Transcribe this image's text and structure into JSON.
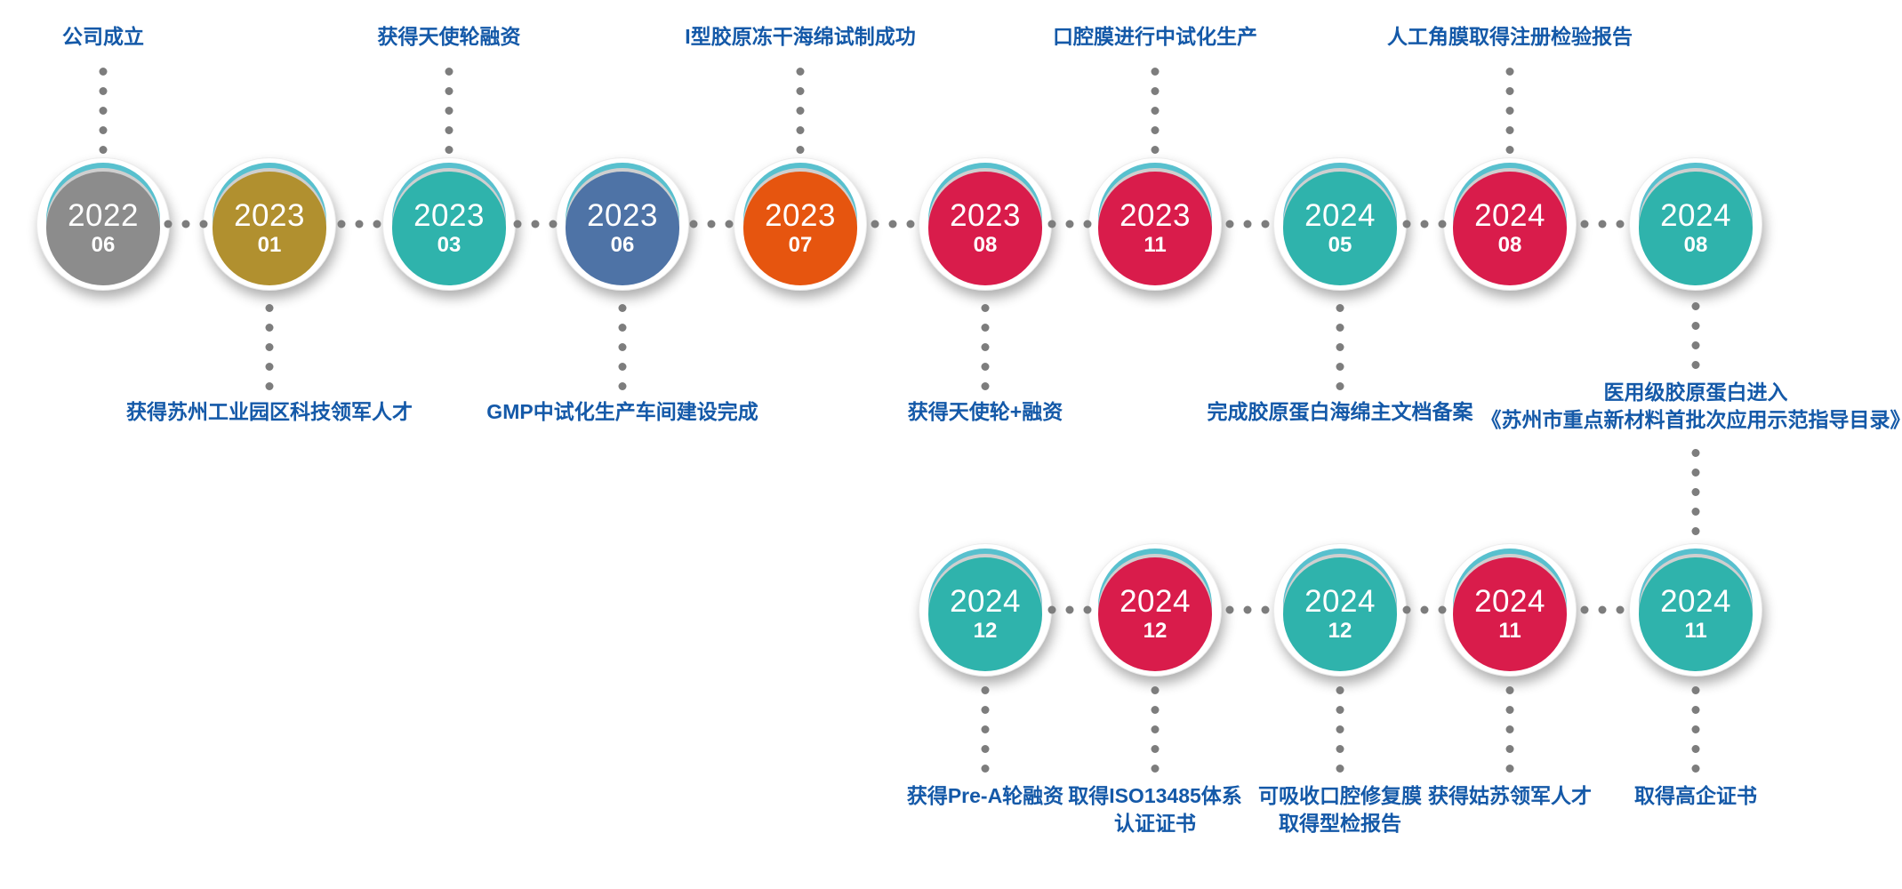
{
  "colors": {
    "label_blue": "#1459A8",
    "dot_gray": "#7d7d7d",
    "crescent_teal": "#58C0CE",
    "gray": "#8C8C8C",
    "gold": "#B1902F",
    "teal": "#2FB3AC",
    "steel_blue": "#4E73A6",
    "orange": "#E6550F",
    "crimson": "#D91C4B"
  },
  "timeline": {
    "row1": [
      {
        "year": "2022",
        "month": "06",
        "color": "#8C8C8C",
        "label": "公司成立",
        "label_position": "above"
      },
      {
        "year": "2023",
        "month": "01",
        "color": "#B1902F",
        "label": "获得苏州工业园区科技领军人才",
        "label_position": "below"
      },
      {
        "year": "2023",
        "month": "03",
        "color": "#2FB3AC",
        "label": "获得天使轮融资",
        "label_position": "above"
      },
      {
        "year": "2023",
        "month": "06",
        "color": "#4E73A6",
        "label": "GMP中试化生产车间建设完成",
        "label_position": "below"
      },
      {
        "year": "2023",
        "month": "07",
        "color": "#E6550F",
        "label": "I型胶原冻干海绵试制成功",
        "label_position": "above"
      },
      {
        "year": "2023",
        "month": "08",
        "color": "#D91C4B",
        "label": "获得天使轮+融资",
        "label_position": "below"
      },
      {
        "year": "2023",
        "month": "11",
        "color": "#D91C4B",
        "label": "口腔膜进行中试化生产",
        "label_position": "above"
      },
      {
        "year": "2024",
        "month": "05",
        "color": "#2FB3AC",
        "label": "完成胶原蛋白海绵主文档备案",
        "label_position": "below"
      },
      {
        "year": "2024",
        "month": "08",
        "color": "#D91C4B",
        "label": "人工角膜取得注册检验报告",
        "label_position": "above"
      },
      {
        "year": "2024",
        "month": "08",
        "color": "#2FB3AC",
        "label": "医用级胶原蛋白进入\n《苏州市重点新材料首批次应用示范指导目录》",
        "label_position": "below"
      }
    ],
    "row2": [
      {
        "year": "2024",
        "month": "12",
        "color": "#2FB3AC",
        "label": "获得Pre-A轮融资",
        "label_position": "below"
      },
      {
        "year": "2024",
        "month": "12",
        "color": "#D91C4B",
        "label": "取得ISO13485体系\n认证证书",
        "label_position": "below"
      },
      {
        "year": "2024",
        "month": "12",
        "color": "#2FB3AC",
        "label": "可吸收口腔修复膜\n取得型检报告",
        "label_position": "below"
      },
      {
        "year": "2024",
        "month": "11",
        "color": "#D91C4B",
        "label": "获得姑苏领军人才",
        "label_position": "below"
      },
      {
        "year": "2024",
        "month": "11",
        "color": "#2FB3AC",
        "label": "取得高企证书",
        "label_position": "below"
      }
    ]
  }
}
